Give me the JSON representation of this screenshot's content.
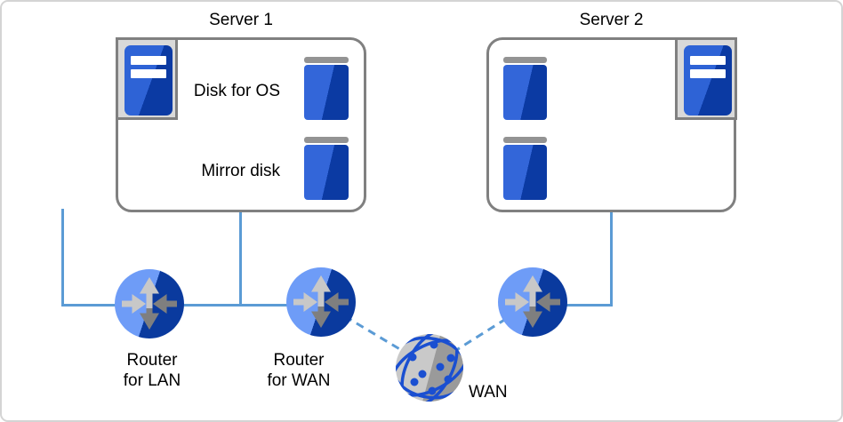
{
  "diagram": {
    "servers": [
      {
        "name": "Server 1",
        "disks": [
          {
            "label": "Disk for OS"
          },
          {
            "label": "Mirror disk"
          }
        ]
      },
      {
        "name": "Server 2",
        "disks": [
          {},
          {}
        ]
      }
    ],
    "routers": [
      {
        "label": [
          "Router",
          "for LAN"
        ]
      },
      {
        "label": [
          "Router",
          "for WAN"
        ]
      },
      {
        "label": []
      }
    ],
    "wan": {
      "label": "WAN"
    },
    "colors": {
      "connector_blue": "#5B9BD5",
      "router_light_blue": "#6E9CF7",
      "router_dark_blue": "#0A3A9E",
      "server_light_blue": "#2E63D6",
      "server_dark_blue": "#0B3AA3",
      "box_border_gray": "#808080",
      "frame_fill_gray": "#D9D9D9",
      "arrow_light_gray": "#C8C8C8",
      "arrow_dark_gray": "#7F7F7F",
      "disk_cap_gray": "#939393",
      "globe_light_gray": "#C9C9C9",
      "globe_dark_gray": "#9A9A9A",
      "globe_blue": "#1A4FD1"
    }
  }
}
